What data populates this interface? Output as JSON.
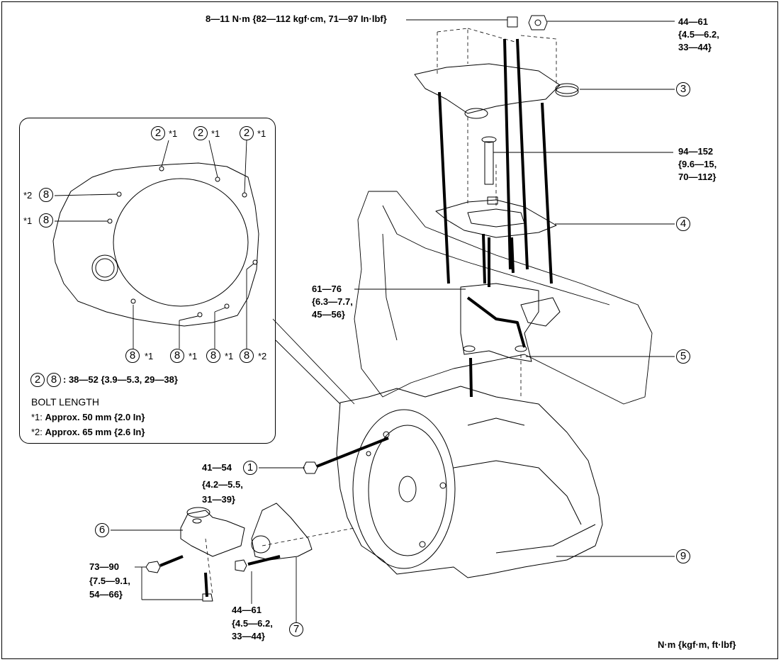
{
  "torque_notes": {
    "top_left": "8—11 N·m {82—112 kgf·cm, 71—97 In·lbf}",
    "top_right": [
      "44—61",
      "{4.5—6.2,",
      "33—44}"
    ],
    "mid_right": [
      "94—152",
      "{9.6—15,",
      "70—112}"
    ],
    "mid_left": [
      "61—76",
      "{6.3—7.7,",
      "45—56}"
    ],
    "bolt1": [
      "41—54",
      "{4.2—5.5,",
      "31—39}"
    ],
    "bottom_left": [
      "73—90",
      "{7.5—9.1,",
      "54—66}"
    ],
    "bottom_mid": [
      "44—61",
      "{4.5—6.2,",
      "33—44}"
    ]
  },
  "callouts": {
    "c1": "1",
    "c3": "3",
    "c4": "4",
    "c5": "5",
    "c6": "6",
    "c7": "7",
    "c9": "9",
    "c2a": "2",
    "c2b": "2",
    "c2c": "2",
    "c8a": "8",
    "c8b": "8",
    "c8c": "8",
    "c8d": "8",
    "c8e": "8",
    "c8f": "8",
    "legend2": "2",
    "legend8": "8"
  },
  "inset": {
    "marks": {
      "m2a": "*1",
      "m2b": "*1",
      "m2c": "*1",
      "m8a": "*2",
      "m8b": "*1",
      "m8c": "*1",
      "m8d": "*1",
      "m8e": "*1",
      "m8f": "*2"
    },
    "legend_torque": ": 38—52 {3.9—5.3, 29—38}",
    "bolt_length_title": "BOLT LENGTH",
    "bolt1_prefix": "*1: ",
    "bolt1_value": "Approx. 50 mm {2.0 In}",
    "bolt2_prefix": "*2: ",
    "bolt2_value": "Approx. 65 mm {2.6 In}"
  },
  "units_note": "N·m {kgf·m, ft·lbf}"
}
